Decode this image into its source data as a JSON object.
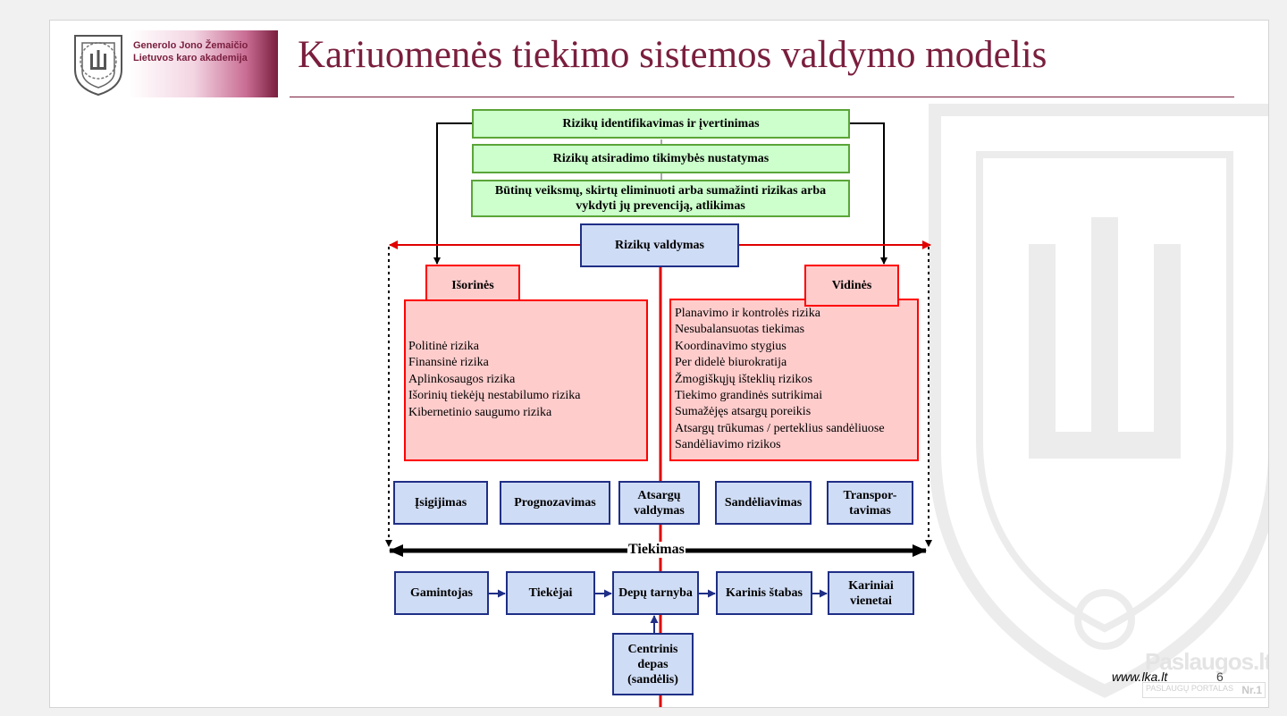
{
  "slide": {
    "title": "Kariuomenės tiekimo sistemos valdymo modelis",
    "logo": {
      "line1": "Generolo Jono Žemaičio",
      "line2": "Lietuvos  karo akademija"
    },
    "footer": {
      "url": "www.lka.lt",
      "page": "6"
    },
    "watermark": {
      "brand": "Paslaugos.lt",
      "sub": "PASLAUGŲ PORTALAS",
      "nr": "Nr.1"
    }
  },
  "diagram": {
    "risk_steps": [
      "Rizikų identifikavimas ir įvertinimas",
      "Rizikų atsiradimo tikimybės nustatymas",
      "Būtinų veiksmų, skirtų eliminuoti arba sumažinti rizikas arba vykdyti jų prevenciją, atlikimas"
    ],
    "risk_management": "Rizikų valdymas",
    "external": {
      "title": "Išorinės",
      "items": [
        "Politinė rizika",
        "Finansinė rizika",
        "Aplinkosaugos rizika",
        "Išorinių tiekėjų nestabilumo rizika",
        "Kibernetinio saugumo rizika"
      ]
    },
    "internal": {
      "title": "Vidinės",
      "items": [
        "Planavimo ir kontrolės rizika",
        "Nesubalansuotas tiekimas",
        "Koordinavimo stygius",
        "Per didelė biurokratija",
        "Žmogiškųjų išteklių rizikos",
        "Tiekimo grandinės sutrikimai",
        "Sumažėjęs atsargų poreikis",
        "Atsargų trūkumas / perteklius sandėliuose",
        "Sandėliavimo rizikos"
      ]
    },
    "functions": [
      "Įsigijimas",
      "Prognozavimas",
      "Atsargų valdymas",
      "Sandėliavimas",
      "Transpor-tavimas"
    ],
    "supply_label": "Tiekimas",
    "chain": [
      "Gamintojas",
      "Tiekėjai",
      "Depų tarnyba",
      "Karinis štabas",
      "Kariniai vienetai"
    ],
    "central_depot": "Centrinis depas (sandėlis)"
  }
}
